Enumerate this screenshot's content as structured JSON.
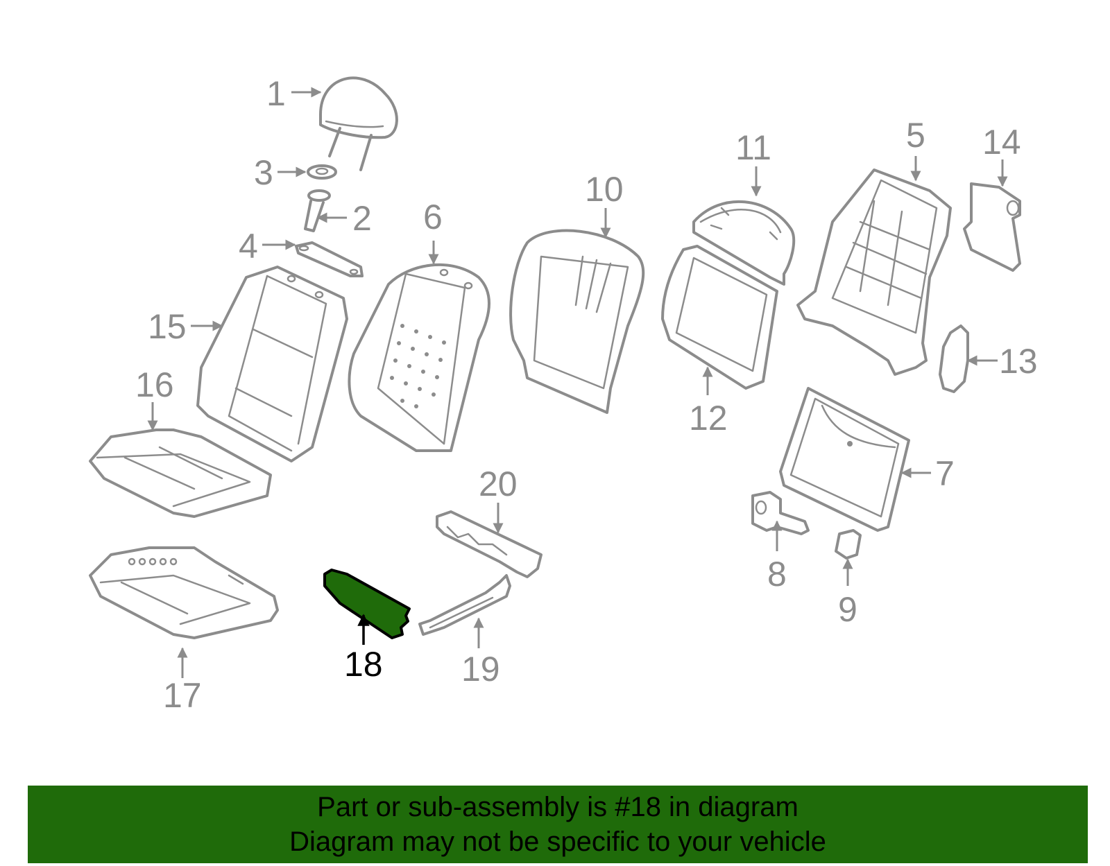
{
  "diagram": {
    "highlight_color": "#1f6b0a",
    "line_color": "#8c8c8c",
    "highlighted_part": "18",
    "callouts": [
      "1",
      "2",
      "3",
      "4",
      "5",
      "6",
      "7",
      "8",
      "9",
      "10",
      "11",
      "12",
      "13",
      "14",
      "15",
      "16",
      "17",
      "18",
      "19",
      "20"
    ]
  },
  "banner": {
    "line1": "Part or sub-assembly is #18 in diagram",
    "line2": "Diagram may not be specific to your vehicle"
  }
}
